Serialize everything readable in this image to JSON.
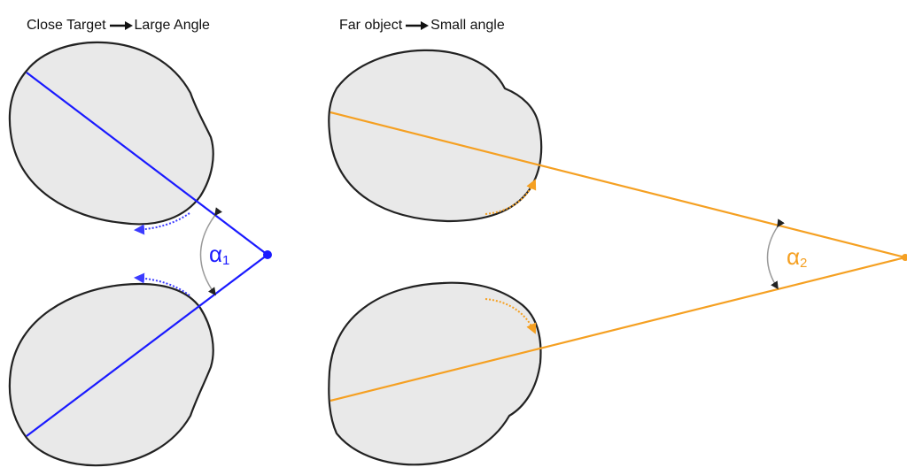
{
  "left_panel": {
    "caption_left": "Close Target",
    "caption_right": "Large Angle",
    "angle_symbol": "α",
    "angle_index": "1",
    "line_color": "#1a1aff",
    "dotted_color": "#3b3bff"
  },
  "right_panel": {
    "caption_left": "Far object",
    "caption_right": "Small angle",
    "angle_symbol": "α",
    "angle_index": "2",
    "line_color": "#f5a022",
    "dotted_color": "#f5a022"
  },
  "colors": {
    "eye_fill": "#e9e9e9",
    "eye_stroke": "#222222",
    "angle_arc": "#9a9a9a",
    "text": "#111111"
  }
}
